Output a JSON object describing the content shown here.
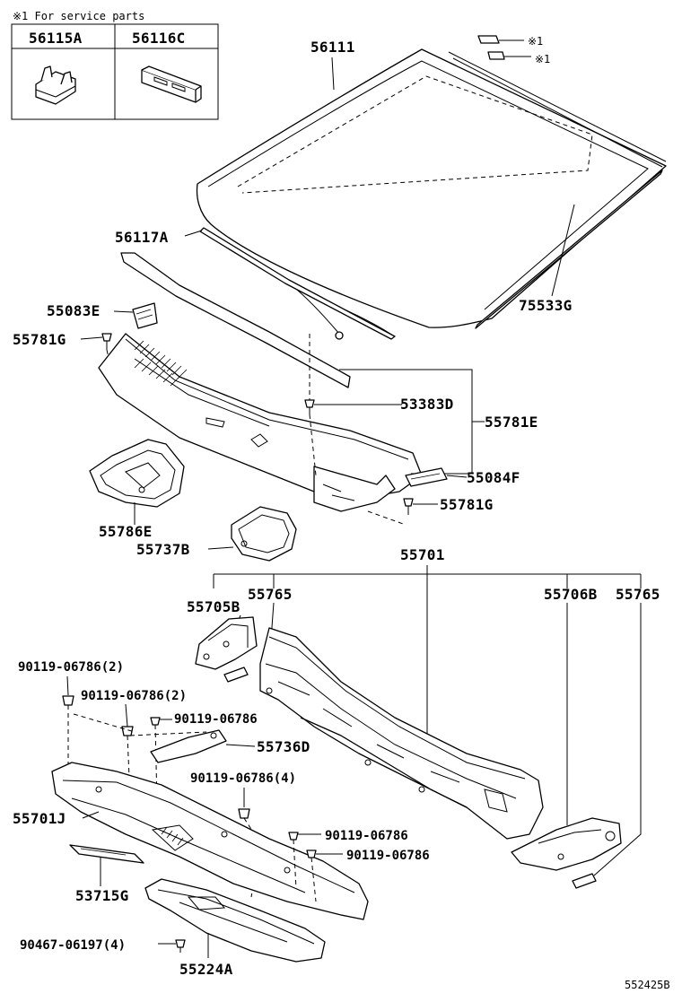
{
  "service_note": "※1 For service parts",
  "service_parts": [
    {
      "part_no": "56115A"
    },
    {
      "part_no": "56116C"
    }
  ],
  "callouts": {
    "windshield": "56111",
    "service_mark_1": "※1",
    "service_mark_2": "※1",
    "moulding_upper": "56117A",
    "moulding_side": "75533G",
    "seal_left": "55083E",
    "clip_left": "55781G",
    "clip_center": "53383D",
    "cowl_louver": "55781E",
    "seal_right": "55084F",
    "clip_right": "55781G",
    "cover_left": "55786E",
    "cover_left_lower": "55737B",
    "cowl_panel_assy": "55701",
    "cowl_brace_left": "55705B",
    "cowl_ext_left": "55765",
    "cowl_brace_right": "55706B",
    "cowl_ext_right": "55765",
    "bolt_a": "90119-06786(2)",
    "bolt_b": "90119-06786(2)",
    "bolt_c": "90119-06786",
    "bracket": "55736D",
    "bolt_d": "90119-06786(4)",
    "cowl_inner": "55701J",
    "bolt_e": "90119-06786",
    "bolt_f": "90119-06786",
    "insulator": "53715G",
    "clip_bottom": "90467-06197(4)",
    "cowl_lower": "55224A"
  },
  "figure_id": "552425B"
}
